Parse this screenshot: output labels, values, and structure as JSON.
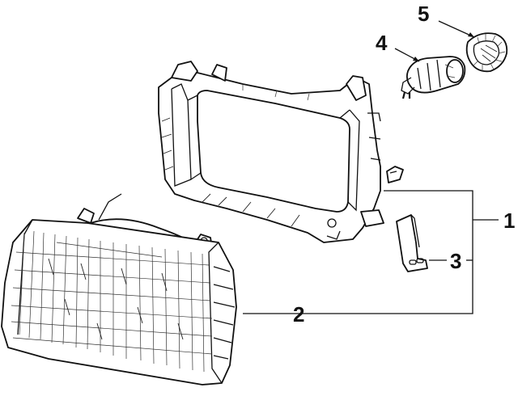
{
  "callouts": {
    "c1": "1",
    "c2": "2",
    "c3": "3",
    "c4": "4",
    "c5": "5"
  },
  "parts": {
    "p1": "headlamp-mounting-housing",
    "p2": "headlamp-lens-assembly",
    "p3": "mounting-bracket",
    "p4": "headlamp-bulb",
    "p5": "bulb-retaining-ring"
  },
  "colors": {
    "ink": "#111111",
    "background": "#ffffff"
  }
}
